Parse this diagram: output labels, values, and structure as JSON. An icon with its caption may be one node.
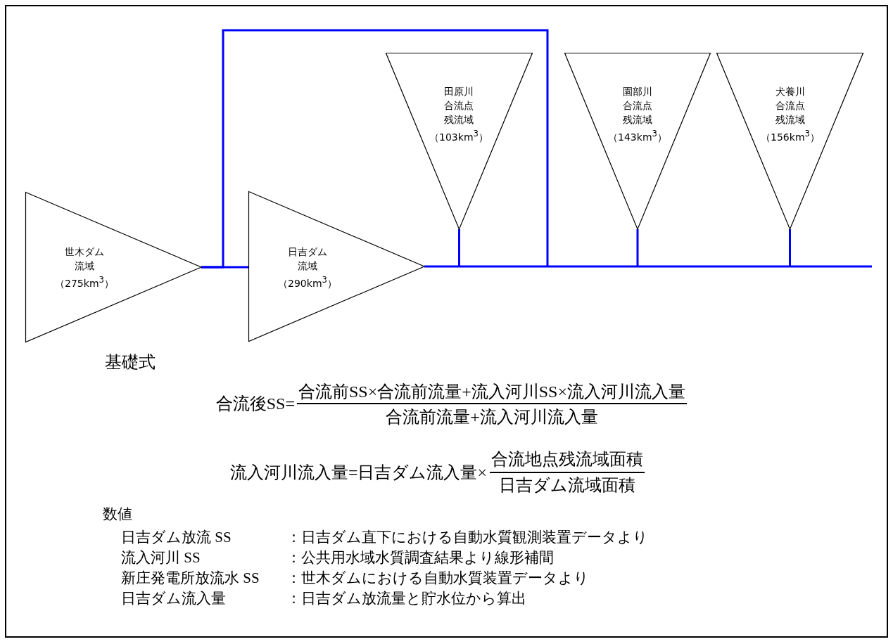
{
  "diagram": {
    "nodes": [
      {
        "text": [
          "世木ダム流域",
          "（275km$^{3}$）"
        ]
      },
      {
        "text": [
          "日吉ダム流域",
          "（290km$^{3}$）"
        ]
      },
      {
        "text": [
          "田原川合流点残流域",
          "（103km$^{3}$）"
        ]
      },
      {
        "text": [
          "園部川合流点残流域",
          "（143km$^{3}$）"
        ]
      },
      {
        "text": [
          "犬養川合流点残流域",
          "（156km$^{3}$）"
        ]
      }
    ],
    "edges": [
      {
        "from": 0,
        "to": 1,
        "arrow": "none"
      },
      {
        "from": 0,
        "to": null,
        "arrow": "none"
      },
      {
        "from": 1,
        "to": null,
        "arrow": "none"
      },
      {
        "from": 2,
        "to": null,
        "arrow": "none"
      },
      {
        "from": 3,
        "to": null,
        "arrow": "none"
      },
      {
        "from": 4,
        "to": null,
        "arrow": "none"
      }
    ],
    "labels": [
      "基礎式",
      "合流後SS=",
      "合流前SS×合流前流量+流入河川SS×流入河川流入量",
      "合流前流量+流入河川流入量",
      "流入河川流入量=日吉ダム流入量×",
      "合流地点残流域面積",
      "日吉ダム流域面積",
      "数値",
      "日吉ダム放流 SS",
      "：日吉ダム直下における自動水質観測装置データより",
      "流入河川 SS",
      "：公共用水域水質調査結果より線形補間",
      "新庄発電所放流水 SS",
      "：世木ダムにおける自動水質装置データより",
      "日吉ダム流入量",
      "：日吉ダム放流量と貯水位から算出"
    ]
  }
}
